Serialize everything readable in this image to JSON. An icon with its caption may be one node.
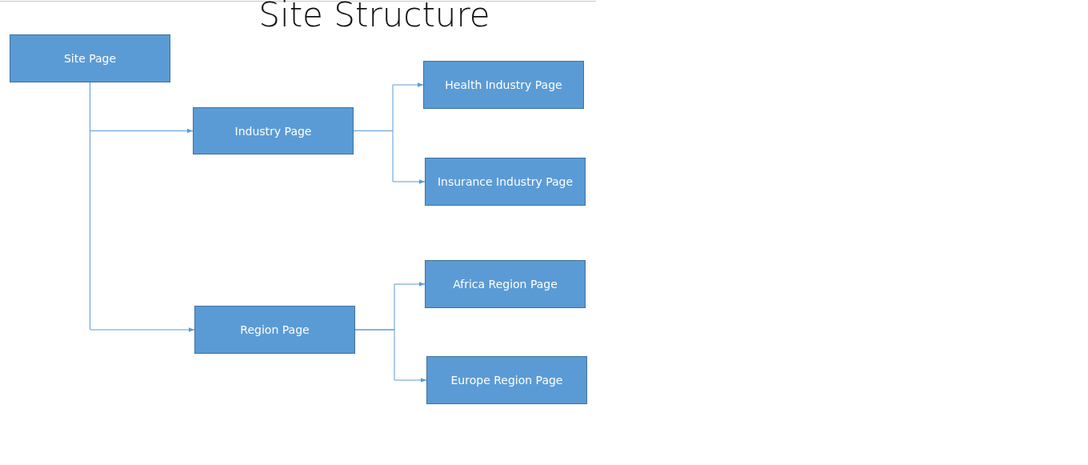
{
  "diagram": {
    "title": "Site Structure",
    "nodes": [
      {
        "text": [
          "Site Page"
        ]
      },
      {
        "text": [
          "Industry Page"
        ]
      },
      {
        "text": [
          "Health Industry Page"
        ]
      },
      {
        "text": [
          "Insurance Industry Page"
        ]
      },
      {
        "text": [
          "Region Page"
        ]
      },
      {
        "text": [
          "Africa Region Page"
        ]
      },
      {
        "text": [
          "Europe Region Page"
        ]
      }
    ],
    "edges": [
      {
        "from": 0,
        "to": 1,
        "arrow": "to"
      },
      {
        "from": 0,
        "to": 4,
        "arrow": "to"
      },
      {
        "from": 1,
        "to": 2,
        "arrow": "to"
      },
      {
        "from": 1,
        "to": 3,
        "arrow": "to"
      },
      {
        "from": 4,
        "to": 5,
        "arrow": "to"
      },
      {
        "from": 4,
        "to": 6,
        "arrow": "to"
      }
    ]
  }
}
